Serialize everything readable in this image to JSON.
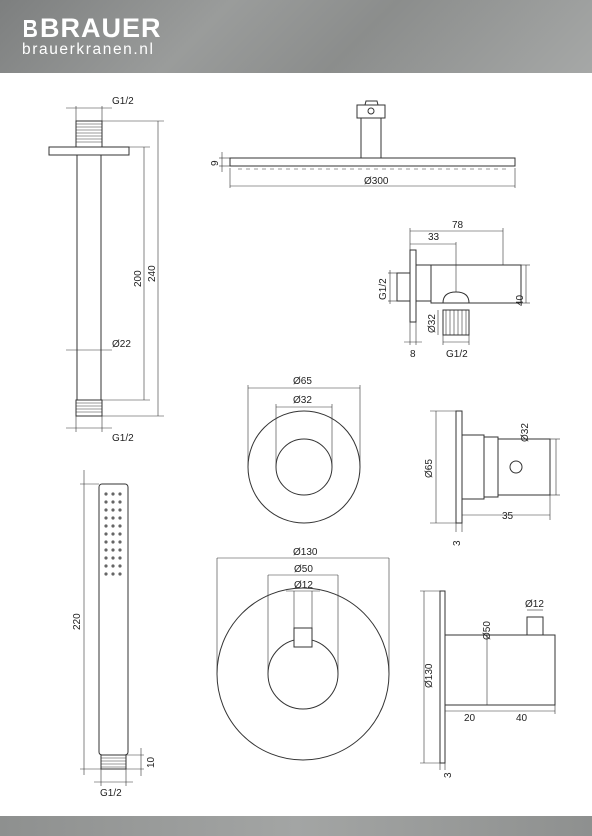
{
  "brand": {
    "name": "BRAUER",
    "url": "brauerkranen.nl"
  },
  "colors": {
    "header": "#8e908f",
    "line": "#333333"
  },
  "drawings": {
    "shower_arm": {
      "thread_top": "G1/2",
      "thread_bottom": "G1/2",
      "length_a": "200",
      "length_b": "240",
      "diameter": "Ø22"
    },
    "rain_head": {
      "thickness": "9",
      "diameter": "Ø300"
    },
    "wall_connector": {
      "total": "78",
      "body": "33",
      "thread": "G1/2",
      "height": "40",
      "flange": "8",
      "bore": "Ø32",
      "outlet": "G1/2"
    },
    "rosette_small": {
      "outer": "Ø65",
      "inner": "Ø32"
    },
    "stop_valve_side": {
      "diameter": "Ø32",
      "rosette": "Ø65",
      "depth": "35",
      "plate": "3"
    },
    "hand_shower": {
      "length": "220",
      "thread_length": "10",
      "thread": "G1/2"
    },
    "thermostat_front": {
      "plate": "Ø130",
      "body": "Ø50",
      "spindle": "Ø12"
    },
    "thermostat_side": {
      "plate": "Ø130",
      "body": "Ø50",
      "spindle": "Ø12",
      "depth_a": "20",
      "depth_b": "40",
      "thickness": "3"
    }
  }
}
